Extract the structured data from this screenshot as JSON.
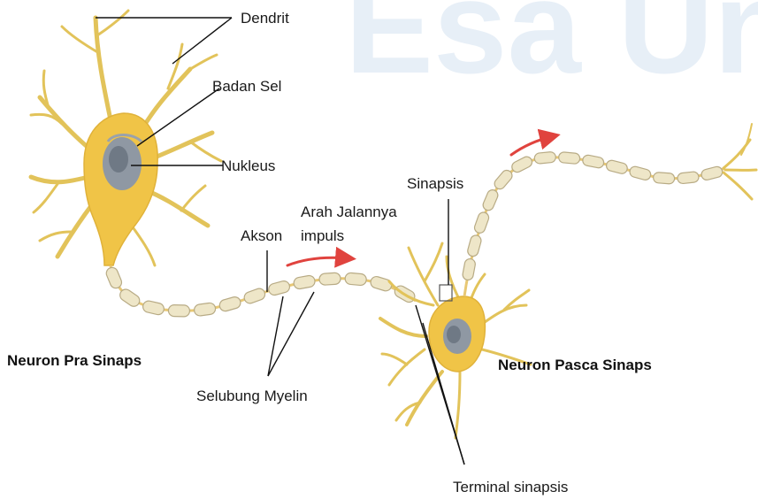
{
  "watermark": "Esa Un",
  "labels": {
    "dendrit": "Dendrit",
    "badan_sel": "Badan Sel",
    "nukleus": "Nukleus",
    "akson": "Akson",
    "arah_line1": "Arah Jalannya",
    "arah_line2": "impuls",
    "sinapsis": "Sinapsis",
    "neuron_pra": "Neuron Pra Sinaps",
    "neuron_pasca": "Neuron Pasca Sinaps",
    "selubung_myelin": "Selubung Myelin",
    "terminal_sinapsis": "Terminal sinapsis"
  },
  "colors": {
    "cell_body": "#f0c447",
    "nucleus": "#8f98a3",
    "myelin": "#eee6c8",
    "arrow": "#e0433e"
  }
}
